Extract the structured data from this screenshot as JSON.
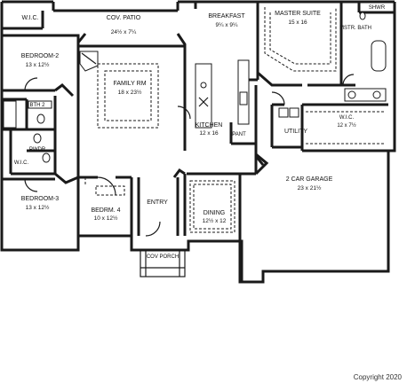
{
  "rooms": {
    "wic_top": {
      "name": "W.I.C."
    },
    "patio": {
      "name": "COV. PATIO",
      "dims": "24½ x 7¼"
    },
    "breakfast": {
      "name": "BREAKFAST",
      "dims": "9¼ x 9¼"
    },
    "master": {
      "name": "MASTER SUITE",
      "dims": "15 x 16"
    },
    "shwr": {
      "name": "SHWR"
    },
    "mstr_bath": {
      "name": "MSTR. BATH"
    },
    "bedroom2": {
      "name": "BEDROOM-2",
      "dims": "13 x 12½"
    },
    "family": {
      "name": "FAMILY RM",
      "dims": "18 x 23½"
    },
    "bth2": {
      "name": "BTH 2"
    },
    "wic_mid": {
      "name": "W.I.C."
    },
    "pwdr": {
      "name": "PWDR"
    },
    "kitchen": {
      "name": "KITCHEN",
      "dims": "12 x 16"
    },
    "pant": {
      "name": "PANT"
    },
    "utility": {
      "name": "UTILITY"
    },
    "wic_master": {
      "name": "W.I.C.",
      "dims": "12 x 7½"
    },
    "bedroom3": {
      "name": "BEDROOM-3",
      "dims": "13 x 12½"
    },
    "bedrm4": {
      "name": "BEDRM. 4",
      "dims": "10 x 12½"
    },
    "entry": {
      "name": "ENTRY"
    },
    "dining": {
      "name": "DINING",
      "dims": "12½ x 12"
    },
    "garage": {
      "name": "2 CAR GARAGE",
      "dims": "23 x 21½"
    },
    "porch": {
      "name": "COV PORCH"
    }
  },
  "copyright": "Copyright 2020"
}
